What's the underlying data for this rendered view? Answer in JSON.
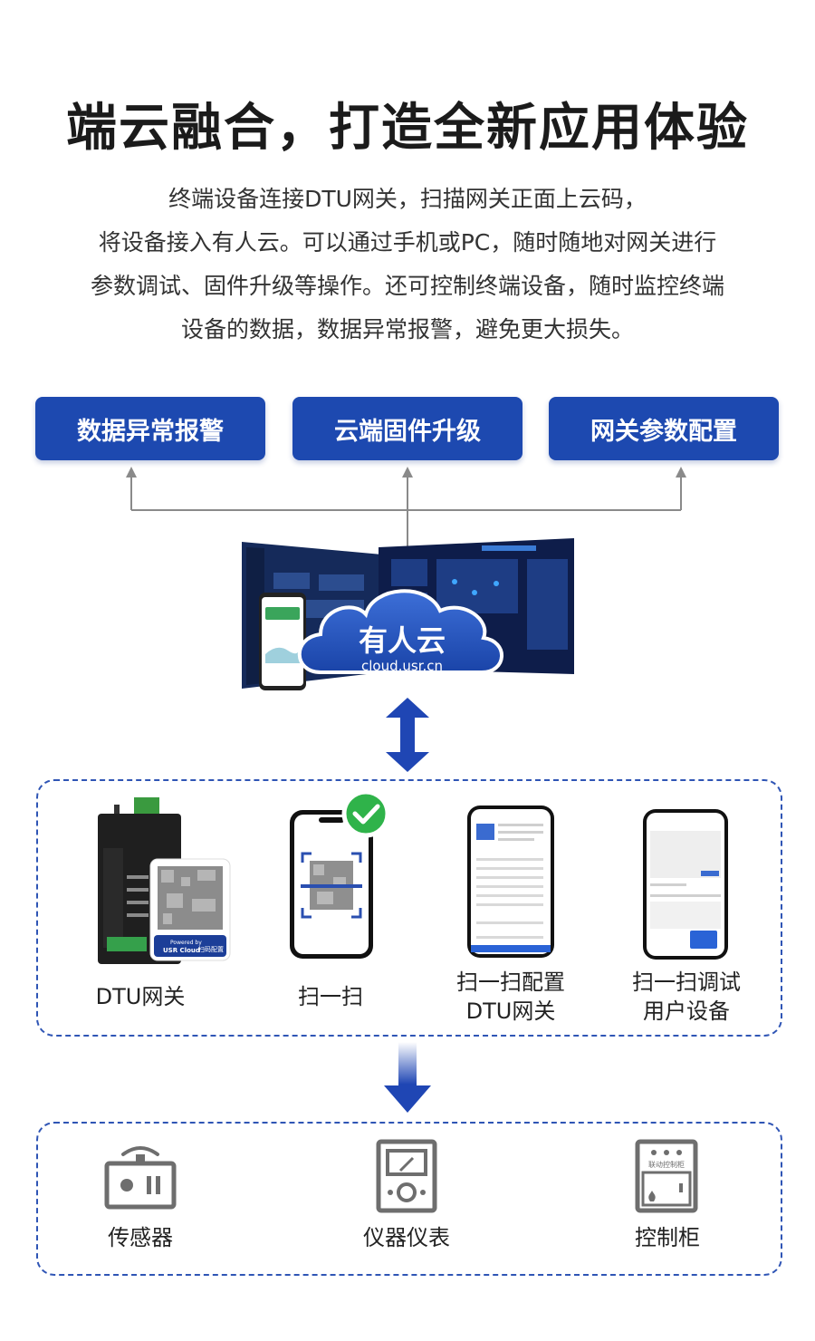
{
  "title": "端云融合，打造全新应用体验",
  "intro": [
    "终端设备连接DTU网关，扫描网关正面上云码，",
    "将设备接入有人云。可以通过手机或PC，随时随地对网关进行",
    "参数调试、固件升级等操作。还可控制终端设备，随时监控终端",
    "设备的数据，数据异常报警，避免更大损失。"
  ],
  "features": [
    "数据异常报警",
    "云端固件升级",
    "网关参数配置"
  ],
  "cloud": {
    "name": "有人云",
    "url": "cloud.usr.cn"
  },
  "gateway_badge": {
    "powered": "Powered by",
    "brand": "USR Cloud",
    "action": "扫码配置"
  },
  "steps": [
    {
      "lines": [
        "DTU网关"
      ]
    },
    {
      "lines": [
        "扫一扫"
      ]
    },
    {
      "lines": [
        "扫一扫配置",
        "DTU网关"
      ]
    },
    {
      "lines": [
        "扫一扫调试",
        "用户设备"
      ]
    }
  ],
  "cabinet_label": "联动控制柜",
  "devices": [
    "传感器",
    "仪器仪表",
    "控制柜"
  ],
  "colors": {
    "brand_blue": "#1d49b0",
    "arrow_blue": "#1f46b4",
    "icon_gray": "#6e6e6e",
    "check_green": "#2fb34a"
  }
}
